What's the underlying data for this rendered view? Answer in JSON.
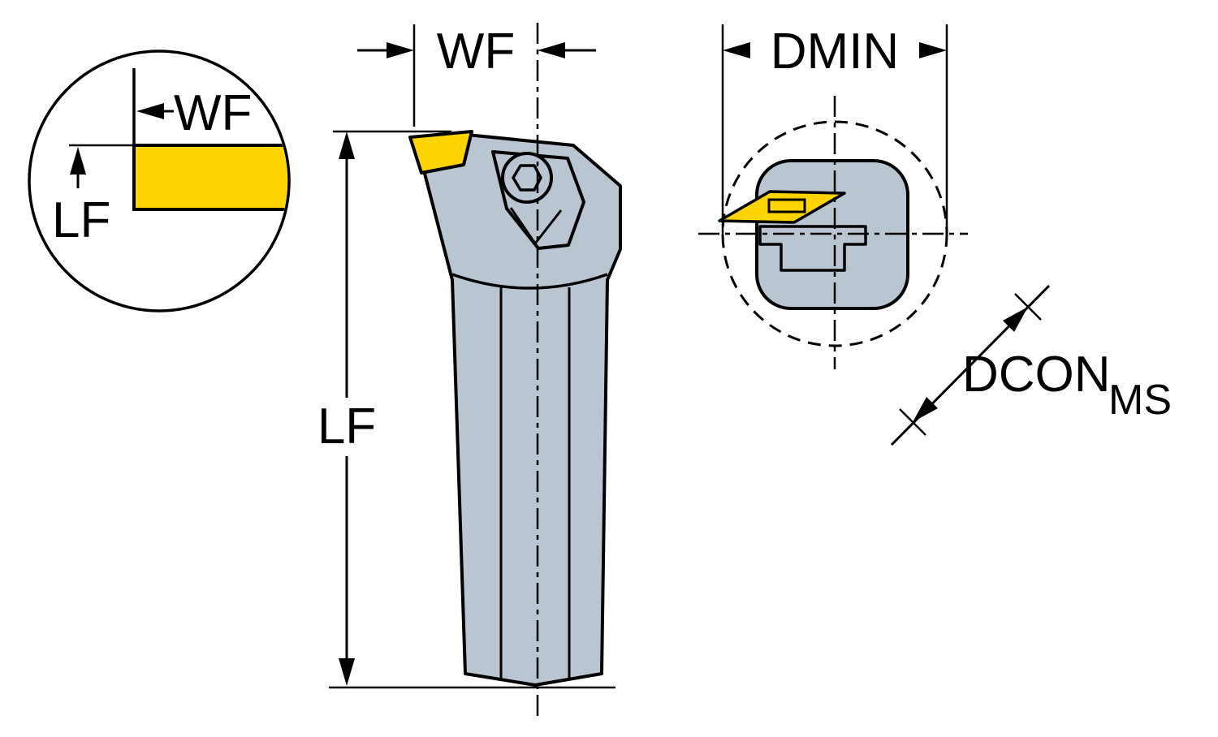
{
  "figure": {
    "type": "technical-drawing",
    "views": {
      "detail": {
        "wf_label": "WF",
        "lf_label": "LF"
      },
      "side": {
        "wf_label": "WF",
        "lf_label": "LF"
      },
      "end": {
        "dmin_label": "DMIN",
        "dcon_label": "DCON",
        "dcon_subscript": "MS"
      }
    }
  },
  "colors": {
    "insert_yellow": "#FFD400",
    "body_gray": "#B9C6D1",
    "outline": "#000000",
    "background": "#FFFFFF"
  }
}
